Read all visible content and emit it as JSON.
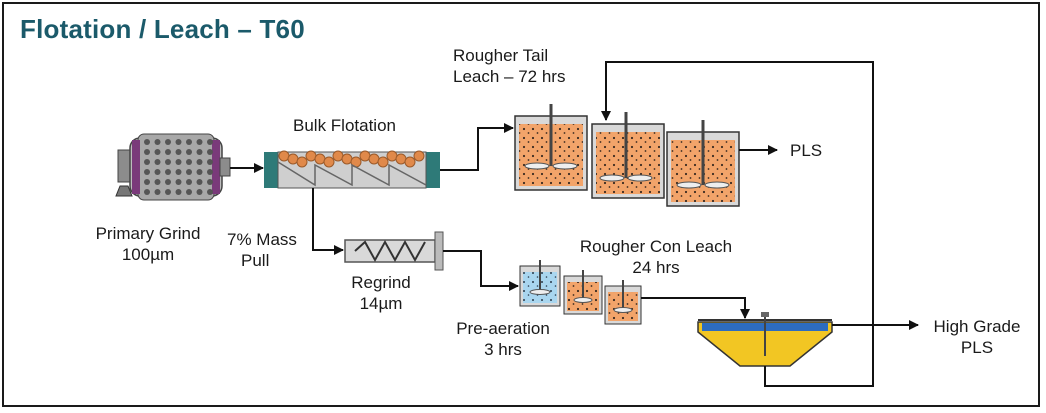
{
  "title": "Flotation / Leach – T60",
  "labels": {
    "primary_grind": [
      "Primary Grind",
      "100µm"
    ],
    "bulk_flotation": "Bulk Flotation",
    "mass_pull": [
      "7% Mass",
      "Pull"
    ],
    "regrind": [
      "Regrind",
      "14µm"
    ],
    "rougher_tail_leach": [
      "Rougher Tail",
      "Leach – 72 hrs"
    ],
    "pls": "PLS",
    "rougher_con_leach": [
      "Rougher Con Leach",
      "24 hrs"
    ],
    "pre_aeration": [
      "Pre-aeration",
      "3 hrs"
    ],
    "high_grade_pls": [
      "High Grade",
      "PLS"
    ]
  },
  "colors": {
    "title": "#1b5a6a",
    "slurry": "#f2a46a",
    "aeration": "#a9d6ef",
    "float_cell": "#2e7a78",
    "thickener_liquid": "#f2c623",
    "thickener_top": "#2d6cc0"
  }
}
